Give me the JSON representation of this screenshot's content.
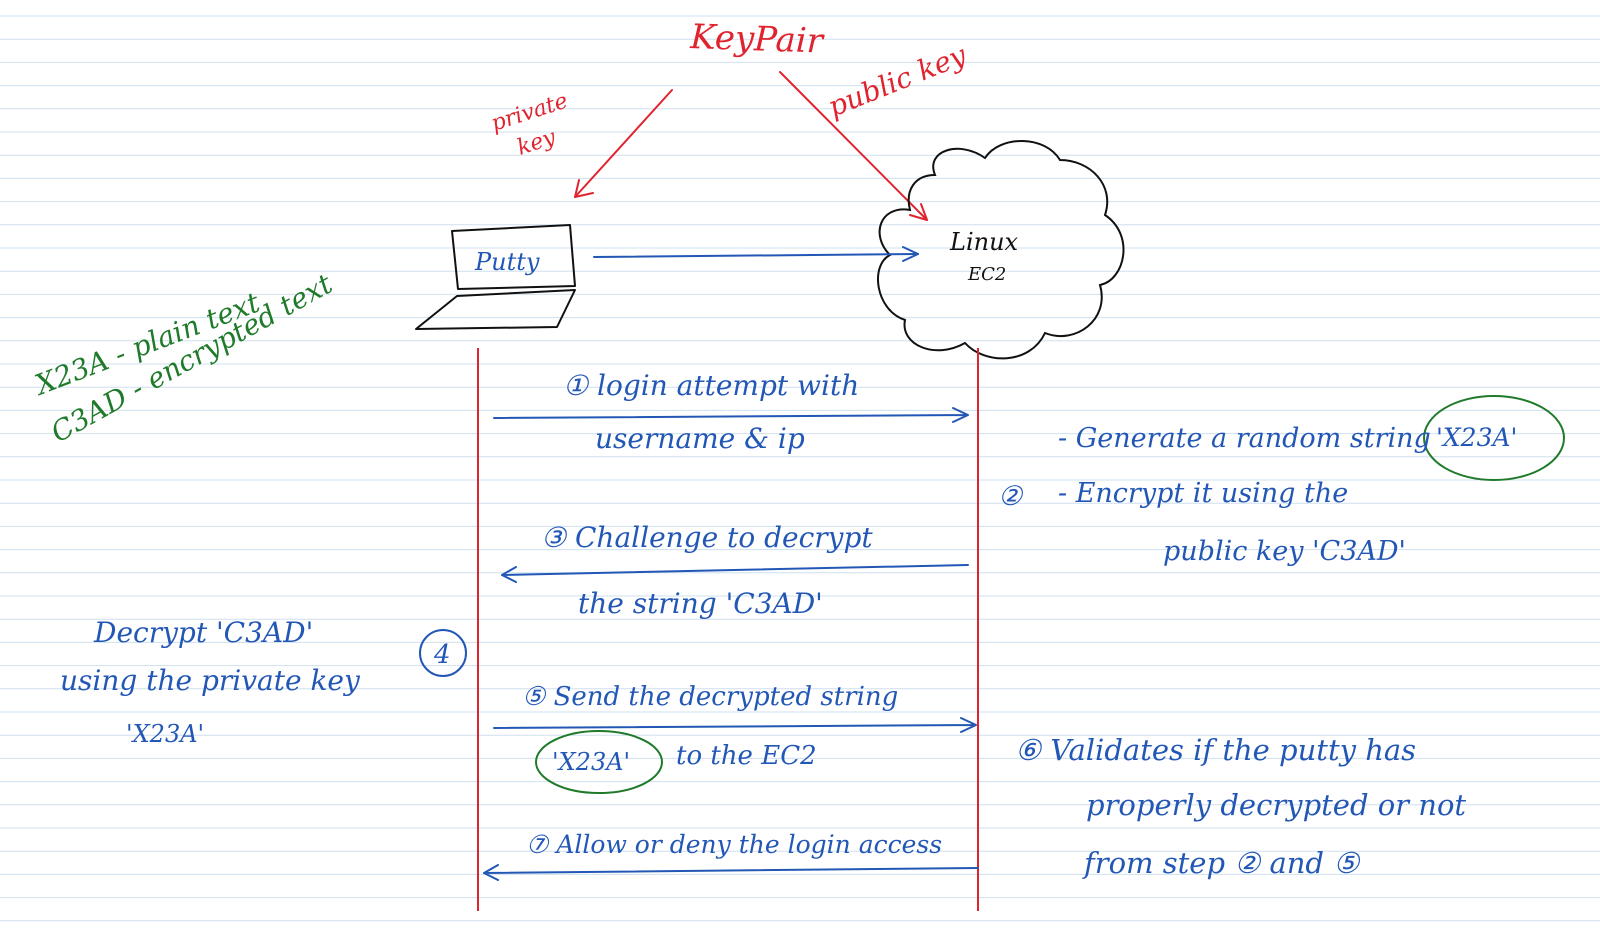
{
  "colors": {
    "paper_line": "#cfe0ef",
    "ink_red": "#e0242f",
    "ink_blue": "#2257b5",
    "ink_green": "#1f7a2a",
    "ink_black": "#111111"
  },
  "top": {
    "key_pair": "KeyPair",
    "private_key_line1": "private",
    "private_key_line2": "key",
    "public_key": "public key"
  },
  "nodes": {
    "putty": "Putty",
    "linux_line1": "Linux",
    "linux_line2": "EC2"
  },
  "legend": {
    "plain": "X23A - plain text",
    "encrypted": "C3AD - encrypted text"
  },
  "steps": {
    "s1_line1": "① login attempt with",
    "s1_line2": "username & ip",
    "s3_line1": "③ Challenge to decrypt",
    "s3_line2": "the string 'C3AD'",
    "s5_line1": "⑤ Send the decrypted string",
    "s5_string": "'X23A'",
    "s5_tail": "to the EC2",
    "s7": "⑦ Allow or deny the login access"
  },
  "left_note": {
    "line1": "Decrypt 'C3AD'",
    "line2": "using the private key",
    "line3": "'X23A'",
    "marker": "4"
  },
  "right_notes": {
    "step2_marker": "②",
    "gen_prefix": "- Generate a random string",
    "gen_string": "'X23A'",
    "enc_line1": "- Encrypt it using the",
    "enc_line2": "public key 'C3AD'",
    "s6_line1": "⑥ Validates if the putty has",
    "s6_line2": "properly decrypted or not",
    "s6_line3": "from step ② and ⑤"
  }
}
